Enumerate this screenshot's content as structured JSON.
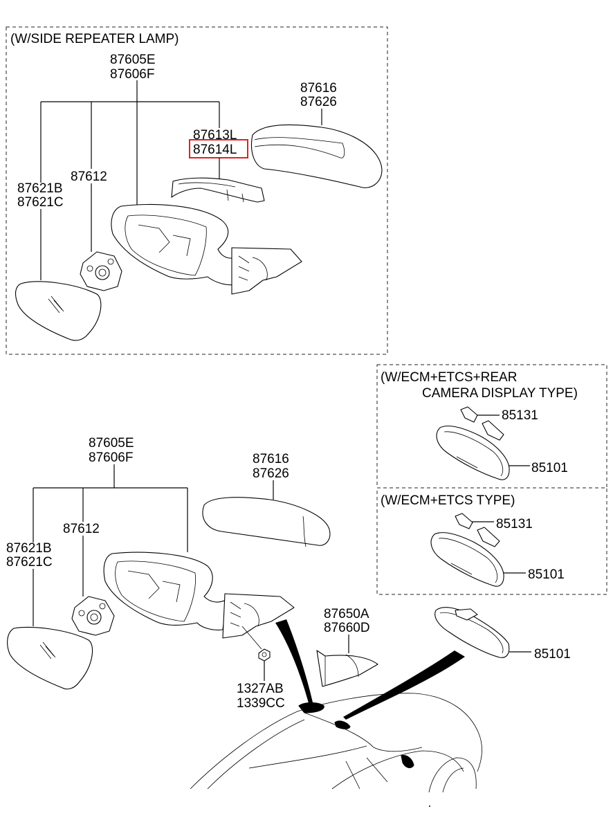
{
  "diagram": {
    "highlight_color": "#e02020",
    "sections": {
      "side_repeater": {
        "caption": "(W/SIDE REPEATER LAMP)",
        "labels": {
          "assy_1": "87605E",
          "assy_2": "87606F",
          "cover_1": "87616",
          "cover_2": "87626",
          "lamp_1": "87613L",
          "lamp_2": "87614L",
          "actuator": "87612",
          "glass_1": "87621B",
          "glass_2": "87621C"
        },
        "highlighted_part": "87614L"
      },
      "standard": {
        "labels": {
          "assy_1": "87605E",
          "assy_2": "87606F",
          "cover_1": "87616",
          "cover_2": "87626",
          "actuator": "87612",
          "glass_1": "87621B",
          "glass_2": "87621C",
          "nut_1": "1327AB",
          "nut_2": "1339CC",
          "trim_1": "87650A",
          "trim_2": "87660D",
          "inside_mirror": "85101"
        }
      },
      "ecm_etcs_camera": {
        "caption_line1": "(W/ECM+ETCS+REAR",
        "caption_line2": "CAMERA DISPLAY TYPE)",
        "labels": {
          "cover": "85131",
          "mirror": "85101"
        }
      },
      "ecm_etcs": {
        "caption": "(W/ECM+ETCS TYPE)",
        "labels": {
          "cover": "85131",
          "mirror": "85101"
        }
      }
    }
  }
}
